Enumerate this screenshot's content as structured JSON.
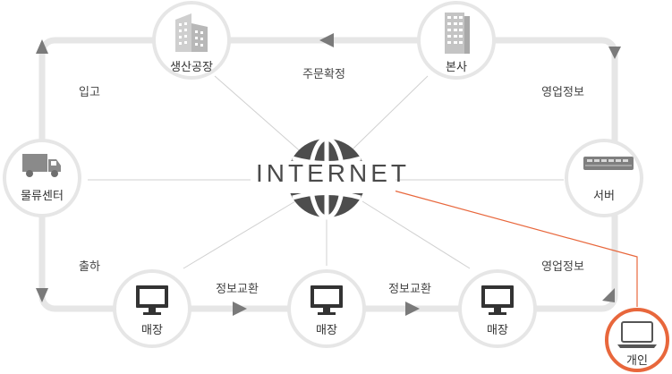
{
  "center": {
    "label": "INTERNET"
  },
  "nodes": {
    "factory": "생산공장",
    "hq": "본사",
    "logistics": "물류센터",
    "server": "서버",
    "store1": "매장",
    "store2": "매장",
    "store3": "매장",
    "personal": "개인"
  },
  "edges": {
    "order_confirm": "주문확정",
    "inbound": "입고",
    "outbound": "출하",
    "sales_info_top": "영업정보",
    "sales_info_bottom": "영업정보",
    "info_exchange_1": "정보교환",
    "info_exchange_2": "정보교환"
  },
  "colors": {
    "ring": "#e6e6e6",
    "arrow": "#777777",
    "spoke": "#d0d0d0",
    "globe": "#4d4d4d",
    "highlight": "#e8673c",
    "icon": "#555555"
  }
}
